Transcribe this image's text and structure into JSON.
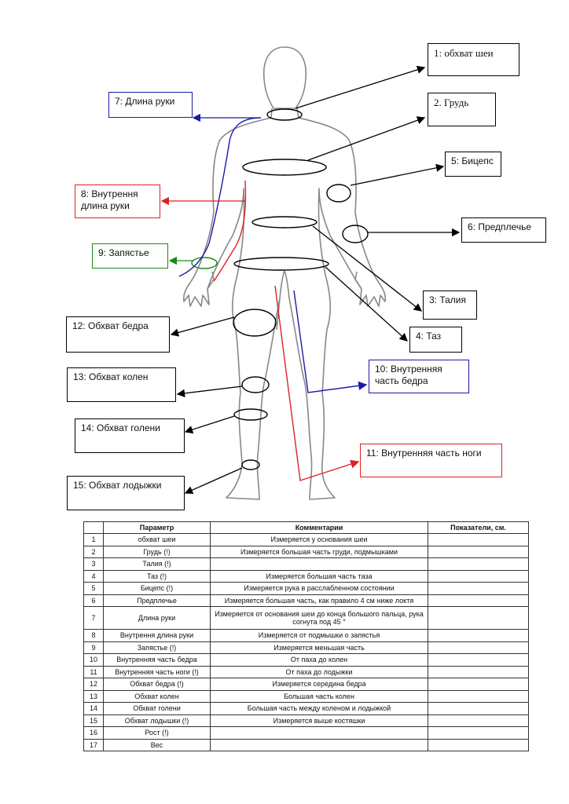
{
  "labels": [
    {
      "id": "neck",
      "text": "1:  обхват шеи"
    },
    {
      "id": "chest",
      "text": "2. Грудь"
    },
    {
      "id": "waist",
      "text": "3:  Талия"
    },
    {
      "id": "pelvis",
      "text": "4: Таз"
    },
    {
      "id": "biceps",
      "text": "5: Бицепс"
    },
    {
      "id": "forearm",
      "text": "6: Предплечье"
    },
    {
      "id": "arm-length",
      "text": "7: Длина руки"
    },
    {
      "id": "inner-arm",
      "text": "8:  Внутрення длина руки"
    },
    {
      "id": "wrist",
      "text": "9: Запястье"
    },
    {
      "id": "inner-thigh",
      "text": "10: Внутренняя часть бедра"
    },
    {
      "id": "inner-leg",
      "text": "11: Внутренняя часть ноги"
    },
    {
      "id": "hip",
      "text": "12: Обхват бедра"
    },
    {
      "id": "knee",
      "text": "13: Обхват колен"
    },
    {
      "id": "calf",
      "text": "14:  Обхват голени"
    },
    {
      "id": "ankle",
      "text": "15: Обхват лодыжки"
    }
  ],
  "colors": {
    "black": "#000000",
    "blue": "#1a1aa8",
    "red": "#dd2222",
    "green": "#1a8a1a",
    "outline": "#888888"
  },
  "table": {
    "headers": [
      "",
      "Параметр",
      "Комментарии",
      "Показатели, см."
    ],
    "rows": [
      [
        "1",
        "обхват шеи",
        "Измеряется у основания шеи",
        ""
      ],
      [
        "2",
        "Грудь (!)",
        "Измеряется большая часть груди, подмышками",
        ""
      ],
      [
        "3",
        "Талия (!)",
        "",
        ""
      ],
      [
        "4",
        "Таз (!)",
        "Измеряется большая часть таза",
        ""
      ],
      [
        "5",
        "Бицепс (!)",
        "Измеряется рука в расслабленном состоянии",
        ""
      ],
      [
        "6",
        "Предплечье",
        "Измеряется большая часть, как правило 4 см ниже локтя",
        ""
      ],
      [
        "7",
        "Длина руки",
        "Измеряется от основания шеи до конца большого пальца, рука согнута под 45 °",
        ""
      ],
      [
        "8",
        "Внутрення длина руки",
        "Измеряется от подмышки о запястья",
        ""
      ],
      [
        "9",
        "Запястье (!)",
        "Измеряется меньшая часть",
        ""
      ],
      [
        "10",
        "Внутренняя часть бедра",
        "От паха до колен",
        ""
      ],
      [
        "11",
        "Внутренняя часть ноги (!)",
        "От паха до лодыжки",
        ""
      ],
      [
        "12",
        "Обхват бедра (!)",
        "Измеряется середина бедра",
        ""
      ],
      [
        "13",
        "Обхват колен",
        "Большая часть колен",
        ""
      ],
      [
        "14",
        "Обхват голени",
        "Большая часть между коленом и лодыжкой",
        ""
      ],
      [
        "15",
        "Обхват лодышки (!)",
        "Измеряется выше костяшки",
        ""
      ],
      [
        "16",
        "Рост (!)",
        "",
        ""
      ],
      [
        "17",
        "Вес",
        "",
        ""
      ]
    ]
  }
}
